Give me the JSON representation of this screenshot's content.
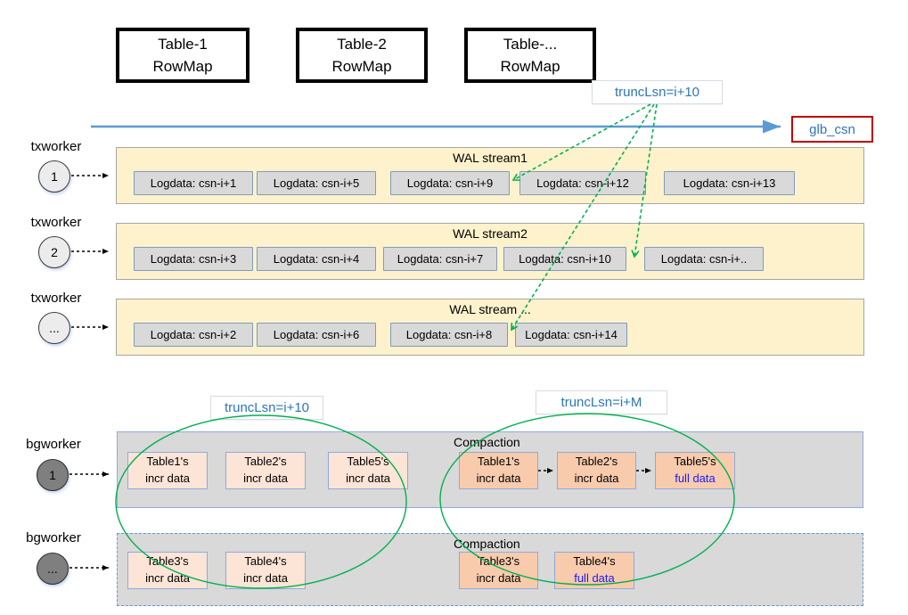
{
  "colors": {
    "band-yellow": "#fdf2cc",
    "band-border": "#a6a6a6",
    "cell-gray": "#d9d9d9",
    "cell-border": "#7f9cba",
    "peach-light": "#fce4d6",
    "peach": "#f8cbad",
    "peach-border": "#8eaadb",
    "compact-gray": "#d9d9d9",
    "blue-accent": "#5b9bd5",
    "blue-text": "#2e75b6",
    "green": "#00b050",
    "red-border": "#c00000",
    "full-blue": "#1a1aff",
    "worker-light": "#ececec",
    "worker-dark": "#7f7f7f"
  },
  "rowmaps": [
    {
      "line1": "Table-1",
      "line2": "RowMap"
    },
    {
      "line1": "Table-2",
      "line2": "RowMap"
    },
    {
      "line1": "Table-...",
      "line2": "RowMap"
    }
  ],
  "timeline": {
    "trunc_label": "truncLsn=i+10",
    "glb_csn": "glb_csn"
  },
  "txworkers": [
    {
      "label": "txworker",
      "id": "1"
    },
    {
      "label": "txworker",
      "id": "2"
    },
    {
      "label": "txworker",
      "id": "..."
    }
  ],
  "bgworkers": [
    {
      "label": "bgworker",
      "id": "1"
    },
    {
      "label": "bgworker",
      "id": "..."
    }
  ],
  "wal_streams": [
    {
      "title": "WAL stream1",
      "cells": [
        "Logdata: csn-i+1",
        "Logdata: csn-i+5",
        "Logdata: csn-i+9",
        "Logdata: csn-i+12",
        "Logdata: csn-i+13"
      ]
    },
    {
      "title": "WAL stream2",
      "cells": [
        "Logdata: csn-i+3",
        "Logdata: csn-i+4",
        "Logdata: csn-i+7",
        "Logdata: csn-i+10",
        "Logdata: csn-i+.."
      ]
    },
    {
      "title": "WAL stream ...",
      "cells": [
        "Logdata: csn-i+2",
        "Logdata: csn-i+6",
        "Logdata: csn-i+8",
        "Logdata: csn-i+14"
      ]
    }
  ],
  "compaction": {
    "trunc_left": "truncLsn=i+10",
    "trunc_right": "truncLsn=i+M",
    "rows": [
      {
        "title": "Compaction",
        "left_boxes": [
          {
            "line1": "Table1's",
            "line2": "incr data"
          },
          {
            "line1": "Table2's",
            "line2": "incr data"
          },
          {
            "line1": "Table5's",
            "line2": "incr data"
          }
        ],
        "chain_boxes": [
          {
            "line1": "Table1's",
            "line2": "incr data"
          },
          {
            "line1": "Table2's",
            "line2": "incr data"
          },
          {
            "line1": "Table5's",
            "line2": "full data"
          }
        ]
      },
      {
        "title": "Compaction",
        "left_boxes": [
          {
            "line1": "Table3's",
            "line2": "incr data"
          },
          {
            "line1": "Table4's",
            "line2": "incr data"
          }
        ],
        "chain_boxes": [
          {
            "line1": "Table3's",
            "line2": "incr data"
          },
          {
            "line1": "Table4's",
            "line2": "full data"
          }
        ]
      }
    ]
  }
}
